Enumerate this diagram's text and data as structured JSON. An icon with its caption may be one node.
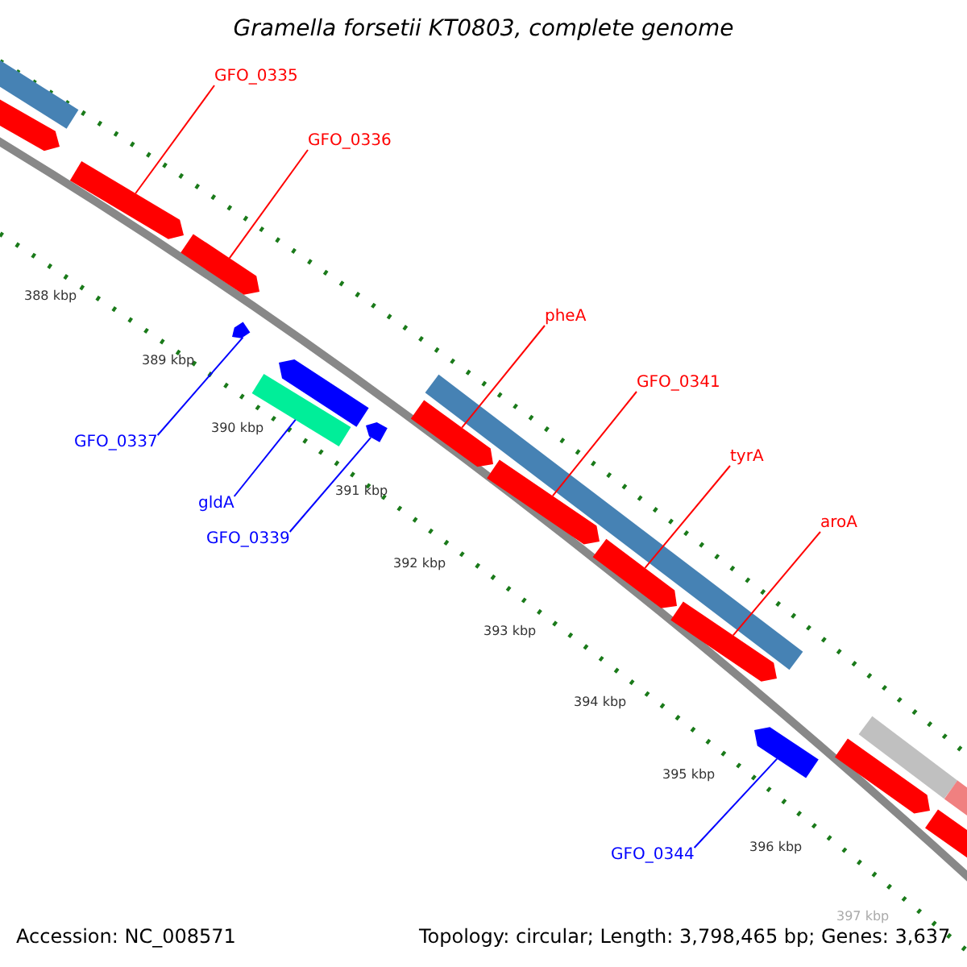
{
  "diagram": {
    "title": "Gramella forsetii KT0803, complete genome",
    "nodes": [
      {
        "text": [
          "GFO_0335"
        ]
      },
      {
        "text": [
          "GFO_0336"
        ]
      },
      {
        "text": [
          "pheA"
        ]
      },
      {
        "text": [
          "GFO_0341"
        ]
      },
      {
        "text": [
          "tyrA"
        ]
      },
      {
        "text": [
          "aroA"
        ]
      },
      {
        "text": [
          "GFO_0337"
        ]
      },
      {
        "text": [
          "gldA"
        ]
      },
      {
        "text": [
          "GFO_0339"
        ]
      },
      {
        "text": [
          "GFO_0344"
        ]
      },
      {
        "text": [],
        "shape": "bar"
      },
      {
        "text": [],
        "shape": "arrow"
      },
      {
        "text": [],
        "shape": "arrow"
      },
      {
        "text": [],
        "shape": "arrow"
      },
      {
        "text": [],
        "shape": "arrow"
      },
      {
        "text": [],
        "shape": "bar"
      },
      {
        "text": [],
        "shape": "arrow"
      },
      {
        "text": [],
        "shape": "arrow"
      },
      {
        "text": [],
        "shape": "arrow"
      },
      {
        "text": [],
        "shape": "bar"
      },
      {
        "text": [],
        "shape": "arrow"
      },
      {
        "text": [],
        "shape": "arrow"
      },
      {
        "text": [],
        "shape": "arrow"
      },
      {
        "text": [],
        "shape": "arrow"
      },
      {
        "text": [],
        "shape": "arrow"
      },
      {
        "text": [],
        "shape": "bar"
      },
      {
        "text": [],
        "shape": "arrow"
      },
      {
        "text": [],
        "shape": "bar"
      }
    ],
    "edges": [
      {
        "from": 0,
        "to": 12,
        "arrow": "none"
      },
      {
        "from": 1,
        "to": 13,
        "arrow": "none"
      },
      {
        "from": 2,
        "to": 18,
        "arrow": "none"
      },
      {
        "from": 3,
        "to": 20,
        "arrow": "none"
      },
      {
        "from": 4,
        "to": 21,
        "arrow": "none"
      },
      {
        "from": 5,
        "to": 22,
        "arrow": "none"
      },
      {
        "from": 6,
        "to": 14,
        "arrow": "none",
        "color": "#0000ff"
      },
      {
        "from": 7,
        "to": 15,
        "arrow": "none",
        "color": "#0000ff"
      },
      {
        "from": 8,
        "to": 17,
        "arrow": "none",
        "color": "#0000ff"
      },
      {
        "from": 9,
        "to": 23,
        "arrow": "none",
        "color": "#0000ff"
      }
    ],
    "labels": [
      "388 kbp",
      "389 kbp",
      "390 kbp",
      "391 kbp",
      "392 kbp",
      "393 kbp",
      "394 kbp",
      "395 kbp",
      "396 kbp",
      "397 kbp",
      "Accession: NC_008571",
      "Topology: circular; Length: 3,798,465 bp; Genes: 3,637"
    ]
  }
}
